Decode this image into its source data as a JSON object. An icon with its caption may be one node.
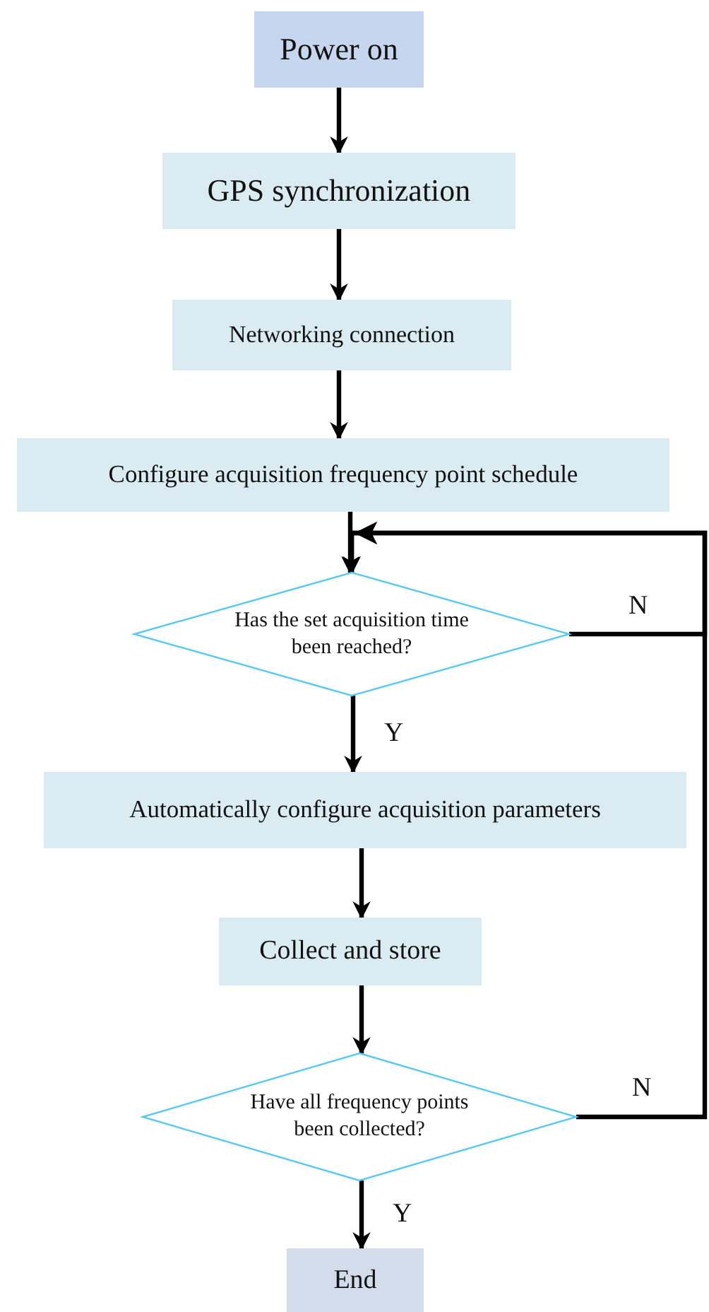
{
  "diagram": {
    "nodes": [
      {
        "text": [
          "Power on"
        ]
      },
      {
        "text": [
          "GPS synchronization"
        ]
      },
      {
        "text": [
          "Networking connection"
        ]
      },
      {
        "text": [
          "Configure acquisition frequency point schedule"
        ]
      },
      {
        "text": [
          "Has the set acquisition time been reached?"
        ]
      },
      {
        "text": [
          "Automatically configure acquisition parameters"
        ]
      },
      {
        "text": [
          "Collect and store"
        ]
      },
      {
        "text": [
          "Have all frequency points been collected?"
        ]
      },
      {
        "text": [
          "End"
        ]
      }
    ],
    "edges": [
      {
        "from": 0,
        "to": 1,
        "arrow": "to"
      },
      {
        "from": 1,
        "to": 2,
        "arrow": "to"
      },
      {
        "from": 2,
        "to": 3,
        "arrow": "to"
      },
      {
        "from": 3,
        "to": 4,
        "arrow": "to"
      },
      {
        "from": 4,
        "to": 5,
        "arrow": "to",
        "label": "Y"
      },
      {
        "from": 5,
        "to": 6,
        "arrow": "to"
      },
      {
        "from": 6,
        "to": 7,
        "arrow": "to"
      },
      {
        "from": 7,
        "to": 8,
        "arrow": "to",
        "label": "Y"
      },
      {
        "from": 4,
        "to": 4,
        "arrow": "to",
        "label": "N"
      },
      {
        "from": 7,
        "to": 4,
        "arrow": "to",
        "label": "N"
      }
    ]
  }
}
